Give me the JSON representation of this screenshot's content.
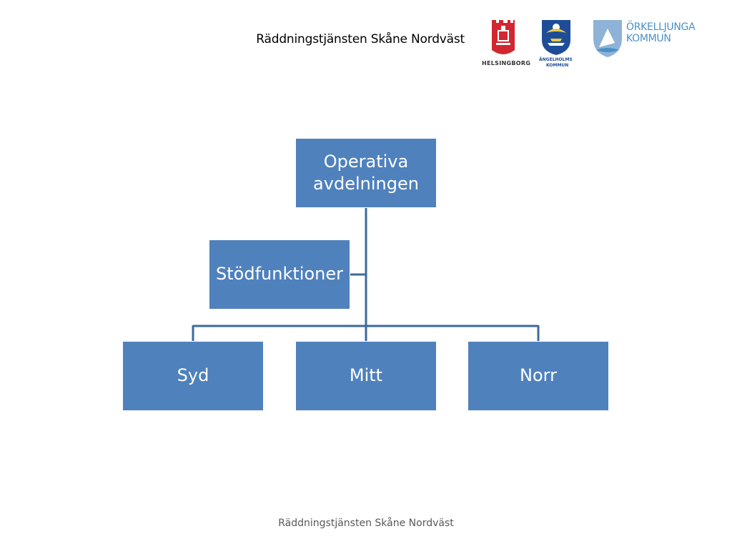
{
  "header": {
    "title": "Räddningstjänsten Skåne Nordväst"
  },
  "logos": {
    "helsingborg": "HELSINGBORG",
    "angelholm_line1": "ÄNGELHOLMS",
    "angelholm_line2": "KOMMUN",
    "orkelljunga_line1": "ÖRKELLJUNGA",
    "orkelljunga_line2": "KOMMUN"
  },
  "org_chart": {
    "root": "Operativa avdelningen",
    "assistant": "Stödfunktioner",
    "children": [
      "Syd",
      "Mitt",
      "Norr"
    ]
  },
  "colors": {
    "box_fill": "#4f81bd",
    "connector": "#3d6a9e",
    "helsingborg_red": "#d22630",
    "angelholm_blue": "#1e4c97",
    "orkelljunga_blue": "#4a90c8"
  },
  "footer": {
    "text": "Räddningstjänsten Skåne Nordväst"
  }
}
